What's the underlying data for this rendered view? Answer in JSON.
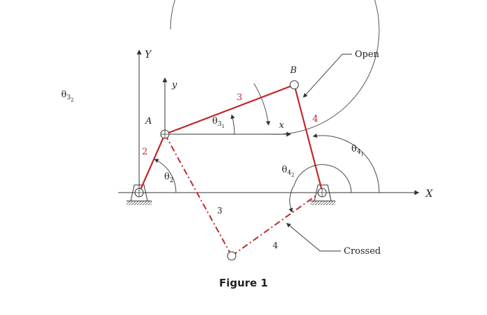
{
  "figure": {
    "caption": "Figure 1",
    "colors": {
      "link": "#c0282d",
      "line": "#333333",
      "background": "#ffffff"
    },
    "axes": {
      "global_y": "Y",
      "global_x": "X",
      "local_y": "y",
      "local_x": "x"
    },
    "points": {
      "A": "A",
      "B": "B"
    },
    "links": {
      "l2": "2",
      "l3_open": "3",
      "l4_open": "4",
      "l3_crossed": "3",
      "l4_crossed": "4"
    },
    "angles": {
      "theta2": {
        "base": "θ",
        "sub": "2"
      },
      "theta31": {
        "base": "θ",
        "sub": "3",
        "subsub": "1"
      },
      "theta32": {
        "base": "θ",
        "sub": "3",
        "subsub": "2"
      },
      "theta41": {
        "base": "θ",
        "sub": "4",
        "subsub": "1"
      },
      "theta42": {
        "base": "θ",
        "sub": "4",
        "subsub": "2"
      }
    },
    "callouts": {
      "open": "Open",
      "crossed": "Crossed"
    }
  }
}
